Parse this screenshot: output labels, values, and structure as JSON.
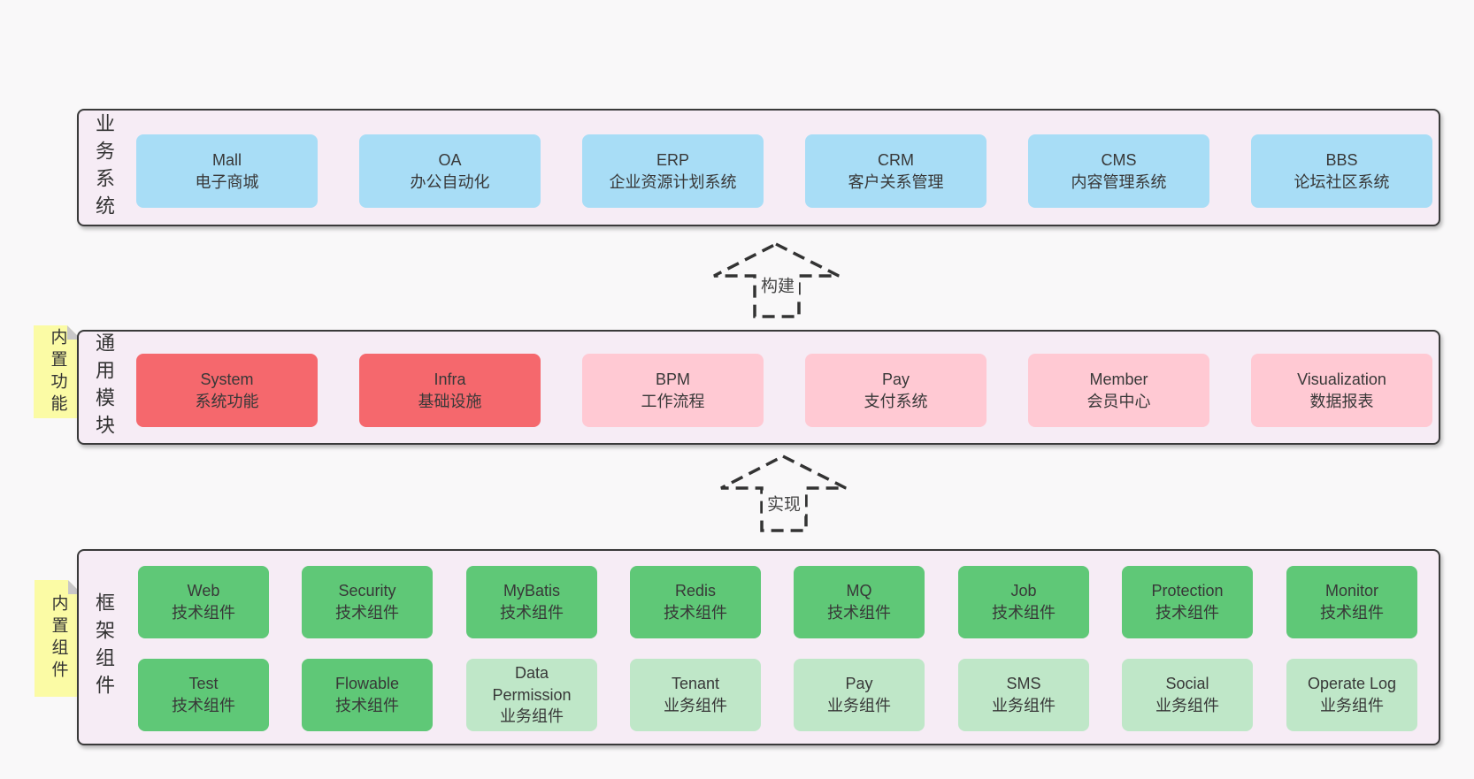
{
  "colors": {
    "blue": "#a8ddf6",
    "red": "#f5686d",
    "pink": "#ffc9d3",
    "green": "#5fc877",
    "green_light": "#bfe7c8",
    "panel_bg": "#f6ecf5",
    "panel_border": "#3a3a3a",
    "tag_bg": "#fbfba5",
    "tag_fold": "#c8c7c8",
    "page_bg": "#f9f8f9",
    "text": "#383838"
  },
  "arrows": [
    {
      "label": "构建"
    },
    {
      "label": "实现"
    }
  ],
  "layers": [
    {
      "label": "业务系统",
      "boxes": [
        {
          "title": "Mall",
          "subtitle": "电子商城",
          "variant": "blue"
        },
        {
          "title": "OA",
          "subtitle": "办公自动化",
          "variant": "blue"
        },
        {
          "title": "ERP",
          "subtitle": "企业资源计划系统",
          "variant": "blue"
        },
        {
          "title": "CRM",
          "subtitle": "客户关系管理",
          "variant": "blue"
        },
        {
          "title": "CMS",
          "subtitle": "内容管理系统",
          "variant": "blue"
        },
        {
          "title": "BBS",
          "subtitle": "论坛社区系统",
          "variant": "blue"
        }
      ]
    },
    {
      "label": "通用模块",
      "tag": "内置功能",
      "boxes": [
        {
          "title": "System",
          "subtitle": "系统功能",
          "variant": "red"
        },
        {
          "title": "Infra",
          "subtitle": "基础设施",
          "variant": "red"
        },
        {
          "title": "BPM",
          "subtitle": "工作流程",
          "variant": "pink"
        },
        {
          "title": "Pay",
          "subtitle": "支付系统",
          "variant": "pink"
        },
        {
          "title": "Member",
          "subtitle": "会员中心",
          "variant": "pink"
        },
        {
          "title": "Visualization",
          "subtitle": "数据报表",
          "variant": "pink"
        }
      ]
    },
    {
      "label": "框架组件",
      "tag": "内置组件",
      "rows": [
        [
          {
            "title": "Web",
            "subtitle": "技术组件",
            "variant": "green"
          },
          {
            "title": "Security",
            "subtitle": "技术组件",
            "variant": "green"
          },
          {
            "title": "MyBatis",
            "subtitle": "技术组件",
            "variant": "green"
          },
          {
            "title": "Redis",
            "subtitle": "技术组件",
            "variant": "green"
          },
          {
            "title": "MQ",
            "subtitle": "技术组件",
            "variant": "green"
          },
          {
            "title": "Job",
            "subtitle": "技术组件",
            "variant": "green"
          },
          {
            "title": "Protection",
            "subtitle": "技术组件",
            "variant": "green"
          },
          {
            "title": "Monitor",
            "subtitle": "技术组件",
            "variant": "green"
          }
        ],
        [
          {
            "title": "Test",
            "subtitle": "技术组件",
            "variant": "green"
          },
          {
            "title": "Flowable",
            "subtitle": "技术组件",
            "variant": "green"
          },
          {
            "title": "Data Permission",
            "subtitle": "业务组件",
            "variant": "green_light"
          },
          {
            "title": "Tenant",
            "subtitle": "业务组件",
            "variant": "green_light"
          },
          {
            "title": "Pay",
            "subtitle": "业务组件",
            "variant": "green_light"
          },
          {
            "title": "SMS",
            "subtitle": "业务组件",
            "variant": "green_light"
          },
          {
            "title": "Social",
            "subtitle": "业务组件",
            "variant": "green_light"
          },
          {
            "title": "Operate Log",
            "subtitle": "业务组件",
            "variant": "green_light"
          }
        ]
      ]
    }
  ]
}
